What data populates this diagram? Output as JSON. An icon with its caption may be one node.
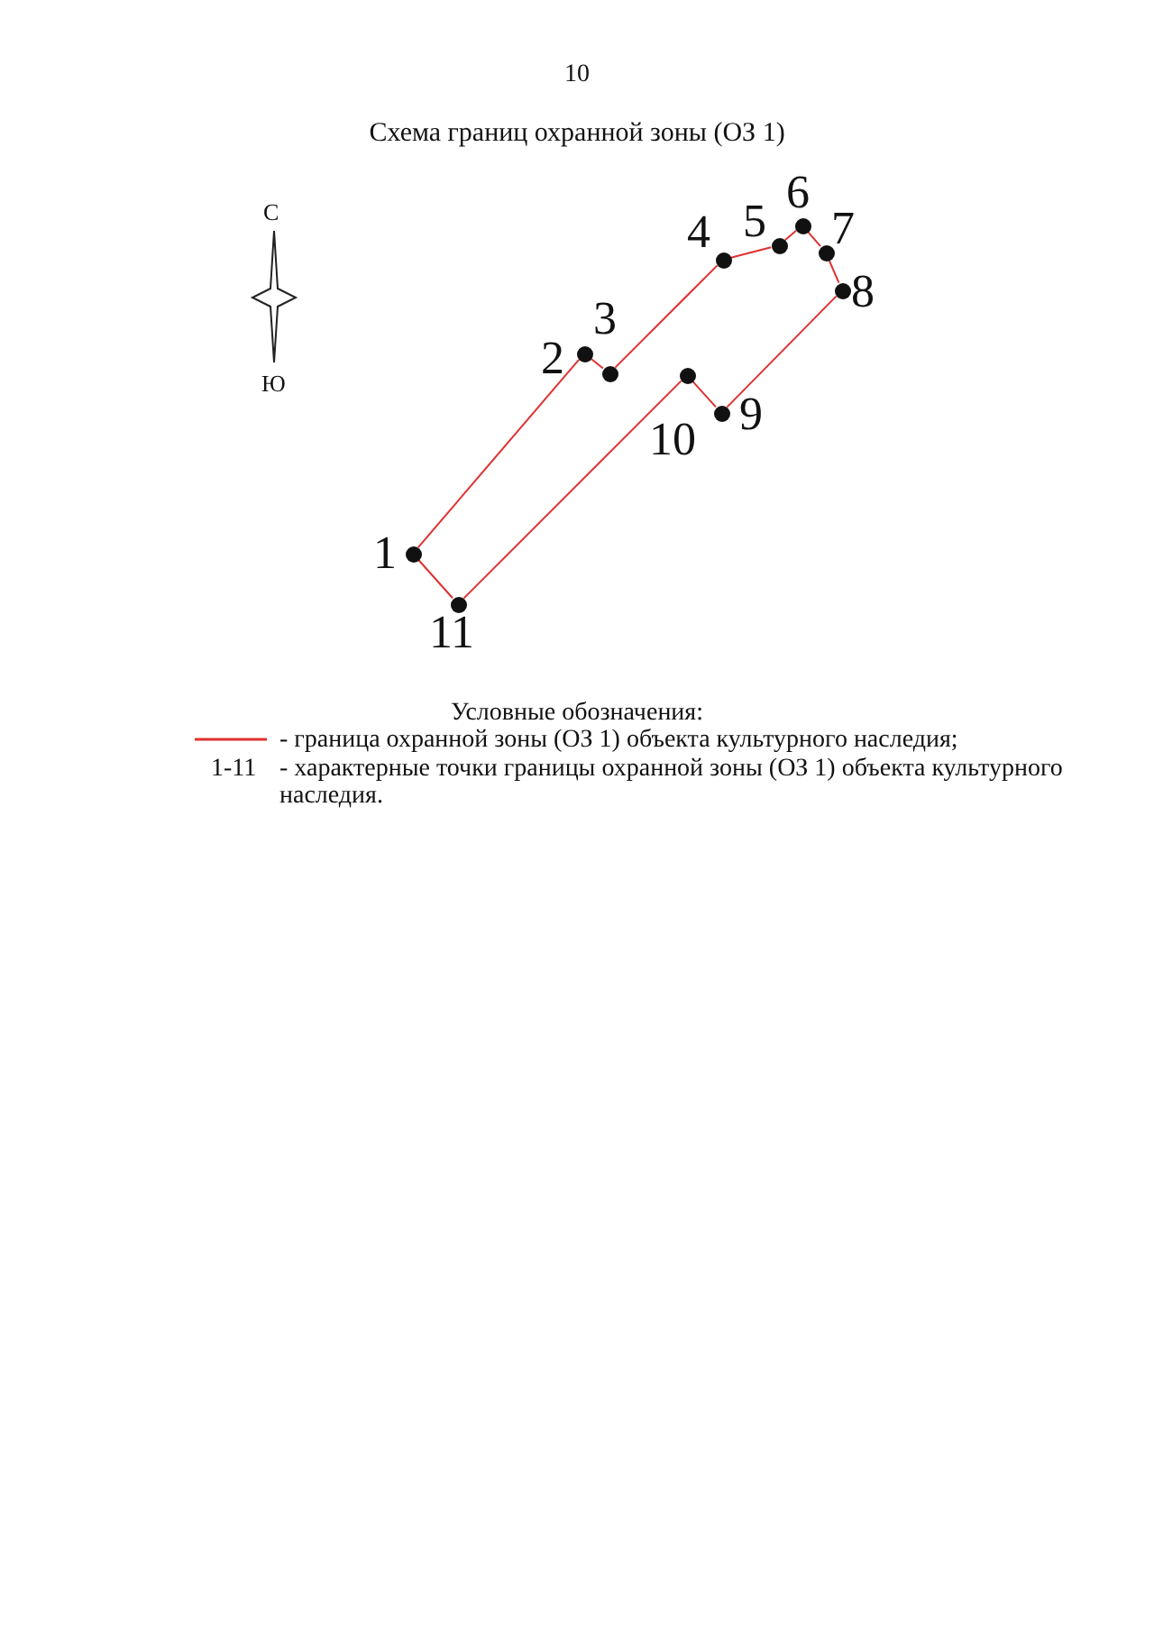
{
  "diagram": {
    "title": "Схема границ охранной зоны (ОЗ 1)",
    "nodes": [
      {
        "text": [],
        "shape": "circle",
        "beside": [
          "1"
        ]
      },
      {
        "text": [],
        "shape": "circle",
        "beside": [
          "2"
        ]
      },
      {
        "text": [],
        "shape": "circle",
        "beside": [
          "3"
        ]
      },
      {
        "text": [],
        "shape": "circle",
        "beside": [
          "4"
        ]
      },
      {
        "text": [],
        "shape": "circle",
        "beside": [
          "5"
        ]
      },
      {
        "text": [],
        "shape": "circle",
        "beside": [
          "6"
        ]
      },
      {
        "text": [],
        "shape": "circle",
        "beside": [
          "7"
        ]
      },
      {
        "text": [],
        "shape": "circle",
        "beside": [
          "8"
        ]
      },
      {
        "text": [],
        "shape": "circle",
        "beside": [
          "9"
        ]
      },
      {
        "text": [],
        "shape": "circle",
        "beside": [
          "10"
        ]
      },
      {
        "text": [],
        "shape": "circle",
        "beside": [
          "11"
        ]
      }
    ],
    "edges": [
      {
        "from": 0,
        "to": 1,
        "arrow": "none"
      },
      {
        "from": 1,
        "to": 2,
        "arrow": "none"
      },
      {
        "from": 2,
        "to": 3,
        "arrow": "none"
      },
      {
        "from": 3,
        "to": 4,
        "arrow": "none"
      },
      {
        "from": 4,
        "to": 5,
        "arrow": "none"
      },
      {
        "from": 5,
        "to": 6,
        "arrow": "none"
      },
      {
        "from": 6,
        "to": 7,
        "arrow": "none"
      },
      {
        "from": 7,
        "to": 8,
        "arrow": "none"
      },
      {
        "from": 8,
        "to": 9,
        "arrow": "none"
      },
      {
        "from": 9,
        "to": 10,
        "arrow": "none"
      },
      {
        "from": 10,
        "to": 0,
        "arrow": "none"
      }
    ],
    "labels": [
      "10",
      "С",
      "Ю",
      "Условные обозначения:",
      "1-11"
    ],
    "legend": [
      {
        "text": "- граница охранной зоны (ОЗ 1) объекта культурного наследия;"
      },
      {
        "text": "- характерные точки границы охранной зоны (ОЗ 1) объекта культурного наследия."
      }
    ]
  }
}
